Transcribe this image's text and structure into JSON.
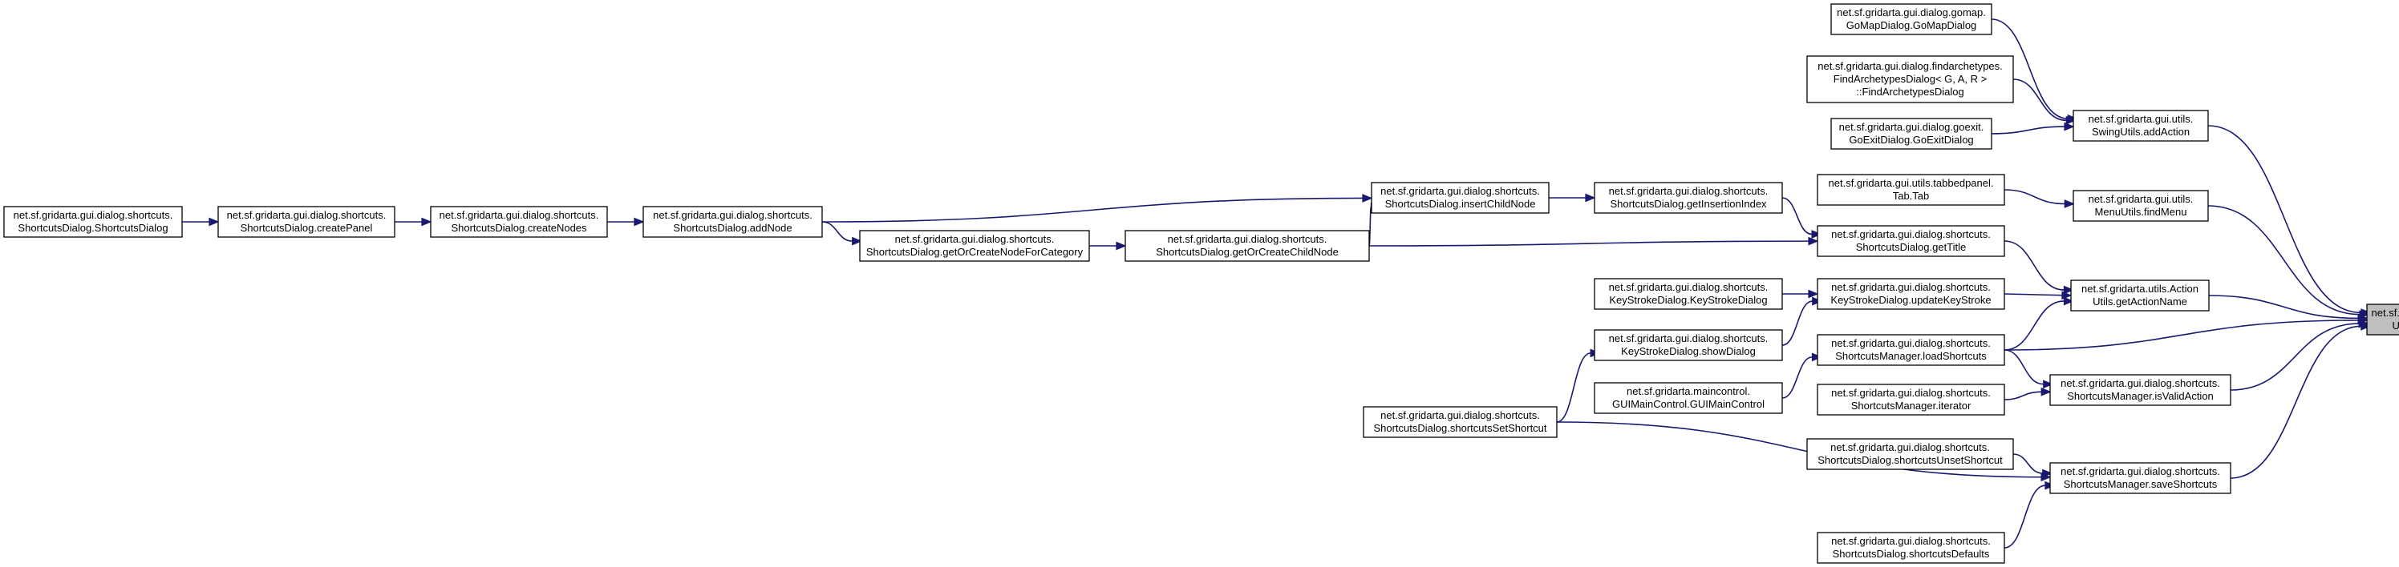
{
  "graph": {
    "title": "",
    "colors": {
      "edge": "#191970",
      "node_border": "#000000",
      "root_fill": "#bfbfbf",
      "node_fill": "#ffffff",
      "background": "#ffffff"
    },
    "nodes": [
      {
        "id": "root",
        "root": true,
        "lines": [
          "net.sf.gridarta.utils.Action",
          "Utils.getActionId"
        ]
      },
      {
        "id": "swingAddAction",
        "lines": [
          "net.sf.gridarta.gui.utils.",
          "SwingUtils.addAction"
        ]
      },
      {
        "id": "findMenu",
        "lines": [
          "net.sf.gridarta.gui.utils.",
          "MenuUtils.findMenu"
        ]
      },
      {
        "id": "getActionName",
        "lines": [
          "net.sf.gridarta.utils.Action",
          "Utils.getActionName"
        ]
      },
      {
        "id": "isValidAction",
        "lines": [
          "net.sf.gridarta.gui.dialog.shortcuts.",
          "ShortcutsManager.isValidAction"
        ]
      },
      {
        "id": "saveShortcuts",
        "lines": [
          "net.sf.gridarta.gui.dialog.shortcuts.",
          "ShortcutsManager.saveShortcuts"
        ]
      },
      {
        "id": "goMap",
        "lines": [
          "net.sf.gridarta.gui.dialog.gomap.",
          "GoMapDialog.GoMapDialog"
        ]
      },
      {
        "id": "findArch",
        "lines": [
          "net.sf.gridarta.gui.dialog.findarchetypes.",
          "FindArchetypesDialog< G, A, R >",
          "::FindArchetypesDialog"
        ]
      },
      {
        "id": "goExit",
        "lines": [
          "net.sf.gridarta.gui.dialog.goexit.",
          "GoExitDialog.GoExitDialog"
        ]
      },
      {
        "id": "tab",
        "lines": [
          "net.sf.gridarta.gui.utils.tabbedpanel.",
          "Tab.Tab"
        ]
      },
      {
        "id": "getTitle",
        "lines": [
          "net.sf.gridarta.gui.dialog.shortcuts.",
          "ShortcutsDialog.getTitle"
        ]
      },
      {
        "id": "updateKeyStroke",
        "lines": [
          "net.sf.gridarta.gui.dialog.shortcuts.",
          "KeyStrokeDialog.updateKeyStroke"
        ]
      },
      {
        "id": "loadShortcuts",
        "lines": [
          "net.sf.gridarta.gui.dialog.shortcuts.",
          "ShortcutsManager.loadShortcuts"
        ]
      },
      {
        "id": "iterator",
        "lines": [
          "net.sf.gridarta.gui.dialog.shortcuts.",
          "ShortcutsManager.iterator"
        ]
      },
      {
        "id": "unset",
        "lines": [
          "net.sf.gridarta.gui.dialog.shortcuts.",
          "ShortcutsDialog.shortcutsUnsetShortcut"
        ]
      },
      {
        "id": "defaults",
        "lines": [
          "net.sf.gridarta.gui.dialog.shortcuts.",
          "ShortcutsDialog.shortcutsDefaults"
        ]
      },
      {
        "id": "getInsertionIndex",
        "lines": [
          "net.sf.gridarta.gui.dialog.shortcuts.",
          "ShortcutsDialog.getInsertionIndex"
        ]
      },
      {
        "id": "ksdCtor",
        "lines": [
          "net.sf.gridarta.gui.dialog.shortcuts.",
          "KeyStrokeDialog.KeyStrokeDialog"
        ]
      },
      {
        "id": "showDialog",
        "lines": [
          "net.sf.gridarta.gui.dialog.shortcuts.",
          "KeyStrokeDialog.showDialog"
        ]
      },
      {
        "id": "guiMain",
        "lines": [
          "net.sf.gridarta.maincontrol.",
          "GUIMainControl.GUIMainControl"
        ]
      },
      {
        "id": "insertChildNode",
        "lines": [
          "net.sf.gridarta.gui.dialog.shortcuts.",
          "ShortcutsDialog.insertChildNode"
        ]
      },
      {
        "id": "getOrCreateChildNode",
        "lines": [
          "net.sf.gridarta.gui.dialog.shortcuts.",
          "ShortcutsDialog.getOrCreateChildNode"
        ]
      },
      {
        "id": "setShortcut",
        "lines": [
          "net.sf.gridarta.gui.dialog.shortcuts.",
          "ShortcutsDialog.shortcutsSetShortcut"
        ]
      },
      {
        "id": "getOrCreateNodeForCategory",
        "lines": [
          "net.sf.gridarta.gui.dialog.shortcuts.",
          "ShortcutsDialog.getOrCreateNodeForCategory"
        ]
      },
      {
        "id": "addNode",
        "lines": [
          "net.sf.gridarta.gui.dialog.shortcuts.",
          "ShortcutsDialog.addNode"
        ]
      },
      {
        "id": "createNodes",
        "lines": [
          "net.sf.gridarta.gui.dialog.shortcuts.",
          "ShortcutsDialog.createNodes"
        ]
      },
      {
        "id": "createPanel",
        "lines": [
          "net.sf.gridarta.gui.dialog.shortcuts.",
          "ShortcutsDialog.createPanel"
        ]
      },
      {
        "id": "sdCtor",
        "lines": [
          "net.sf.gridarta.gui.dialog.shortcuts.",
          "ShortcutsDialog.ShortcutsDialog"
        ]
      }
    ],
    "edges": [
      {
        "from": "swingAddAction",
        "to": "root"
      },
      {
        "from": "findMenu",
        "to": "root"
      },
      {
        "from": "getActionName",
        "to": "root"
      },
      {
        "from": "loadShortcuts",
        "to": "root"
      },
      {
        "from": "isValidAction",
        "to": "root"
      },
      {
        "from": "saveShortcuts",
        "to": "root"
      },
      {
        "from": "goMap",
        "to": "swingAddAction"
      },
      {
        "from": "findArch",
        "to": "swingAddAction"
      },
      {
        "from": "goExit",
        "to": "swingAddAction"
      },
      {
        "from": "tab",
        "to": "findMenu"
      },
      {
        "from": "getTitle",
        "to": "getActionName"
      },
      {
        "from": "updateKeyStroke",
        "to": "getActionName"
      },
      {
        "from": "loadShortcuts",
        "to": "getActionName"
      },
      {
        "from": "loadShortcuts",
        "to": "isValidAction"
      },
      {
        "from": "iterator",
        "to": "isValidAction"
      },
      {
        "from": "unset",
        "to": "saveShortcuts"
      },
      {
        "from": "setShortcut",
        "to": "saveShortcuts"
      },
      {
        "from": "defaults",
        "to": "saveShortcuts"
      },
      {
        "from": "getInsertionIndex",
        "to": "getTitle"
      },
      {
        "from": "getOrCreateChildNode",
        "to": "getTitle"
      },
      {
        "from": "ksdCtor",
        "to": "updateKeyStroke"
      },
      {
        "from": "showDialog",
        "to": "updateKeyStroke"
      },
      {
        "from": "guiMain",
        "to": "loadShortcuts"
      },
      {
        "from": "insertChildNode",
        "to": "getInsertionIndex"
      },
      {
        "from": "setShortcut",
        "to": "showDialog"
      },
      {
        "from": "addNode",
        "to": "insertChildNode"
      },
      {
        "from": "getOrCreateChildNode",
        "to": "insertChildNode"
      },
      {
        "from": "getOrCreateNodeForCategory",
        "to": "getOrCreateChildNode"
      },
      {
        "from": "addNode",
        "to": "getOrCreateNodeForCategory"
      },
      {
        "from": "createNodes",
        "to": "addNode"
      },
      {
        "from": "createPanel",
        "to": "createNodes"
      },
      {
        "from": "sdCtor",
        "to": "createPanel"
      }
    ]
  }
}
